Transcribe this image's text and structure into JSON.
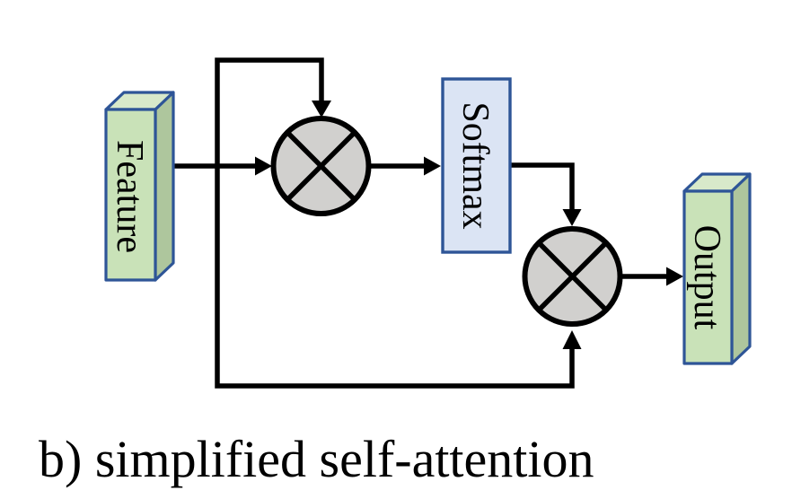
{
  "figure": {
    "caption": "b) simplified self-attention",
    "nodes": [
      {
        "id": "feature",
        "label": "Feature",
        "kind": "input-tensor-3d"
      },
      {
        "id": "multiply-1",
        "symbol": "⊗",
        "kind": "matrix-multiply-op"
      },
      {
        "id": "softmax",
        "label": "Softmax",
        "kind": "softmax-op"
      },
      {
        "id": "multiply-2",
        "symbol": "⊗",
        "kind": "matrix-multiply-op"
      },
      {
        "id": "output",
        "label": "Output",
        "kind": "output-tensor-3d"
      }
    ],
    "edges": [
      {
        "from": "feature",
        "to": "multiply-1",
        "route": "direct-horizontal"
      },
      {
        "from": "feature",
        "to": "multiply-1",
        "route": "top-branch"
      },
      {
        "from": "multiply-1",
        "to": "softmax",
        "route": "direct-horizontal"
      },
      {
        "from": "softmax",
        "to": "multiply-2",
        "route": "right-then-down"
      },
      {
        "from": "feature",
        "to": "multiply-2",
        "route": "bottom-branch"
      },
      {
        "from": "multiply-2",
        "to": "output",
        "route": "direct-horizontal"
      }
    ],
    "colors": {
      "tensor_front": "#c9e2b8",
      "tensor_side": "#aec69d",
      "tensor_top": "#d8e9ca",
      "tensor_border": "#2e5597",
      "softmax_fill": "#dbe4f4",
      "softmax_border": "#2e5597",
      "op_fill": "#d1d0ce",
      "op_stroke": "#000000",
      "connector": "#000000",
      "label_text": "#000000",
      "caption_text": "#000000",
      "background": "#ffffff"
    }
  }
}
